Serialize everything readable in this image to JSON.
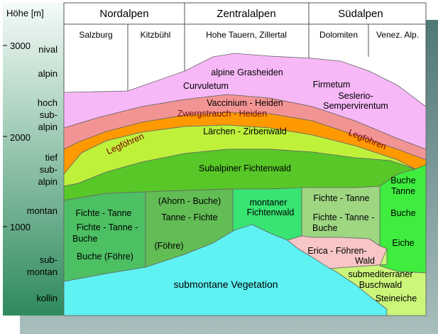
{
  "axis": {
    "title": "Höhe [m]",
    "ticks": [
      "3000",
      "2000",
      "1000"
    ],
    "belts": [
      "nival",
      "alpin",
      "hoch",
      "sub-",
      "alpin",
      "tief",
      "sub-",
      "alpin",
      "montan",
      "sub-",
      "montan",
      "kollin"
    ]
  },
  "regions": [
    "Nordalpen",
    "Zentralalpen",
    "Südalpen"
  ],
  "subregions": [
    "Salzburg",
    "Kitzbühl",
    "Hohe Tauern, Zillertal",
    "Dolomiten",
    "Venez. Alp."
  ],
  "zones": {
    "alpine": [
      "alpine Grasheiden",
      "Curvuletum",
      "Firmetum",
      "Seslerio-",
      "Sempervirentum"
    ],
    "heath": [
      "Vaccinium - Heiden",
      "Zwergstrauch - Heiden"
    ],
    "legfoehren": "Legföhren",
    "larch": "Lärchen - Zirbenwald",
    "subalpine_spruce": "Subalpiner Fichtenwald",
    "north_montane": [
      "Fichte - Tanne",
      "Fichte - Tanne -",
      "Buche",
      "Buche (Föhre)"
    ],
    "maple": [
      "(Ahorn - Buche)",
      "Tanne - Fichte",
      "(Föhre)"
    ],
    "montane_spruce": [
      "montaner",
      "Fichtenwald"
    ],
    "south_montane": [
      "Fichte - Tanne",
      "Fichte - Tanne -",
      "Buche"
    ],
    "east_beech": [
      "Buche",
      "Tanne",
      "Buche",
      "Eiche"
    ],
    "erica": [
      "Erica - Föhren-",
      "Wald"
    ],
    "submontane": "submontane Vegetation",
    "submediterranean": [
      "submediterraner",
      "Buschwald",
      "Steineiche"
    ]
  },
  "colors": {
    "panel_gradient_top": "#f4fbf8",
    "panel_gradient_bottom": "#2e8a5c",
    "shadow_top": "#4f7876",
    "shadow_bottom": "#a9bebd",
    "alpine": "#f7b8f7",
    "heath": "#f39494",
    "legfoehren": "#ff9900",
    "larch": "#bff13b",
    "subalpine_spruce": "#58c728",
    "north_montane": "#4dc063",
    "maple": "#63bd55",
    "montane_spruce": "#38e472",
    "south_montane": "#9ed682",
    "east_beech": "#3fed3f",
    "erica": "#f8c6c6",
    "submontane": "#5ff2f2",
    "submediterranean": "#ccf67a"
  }
}
